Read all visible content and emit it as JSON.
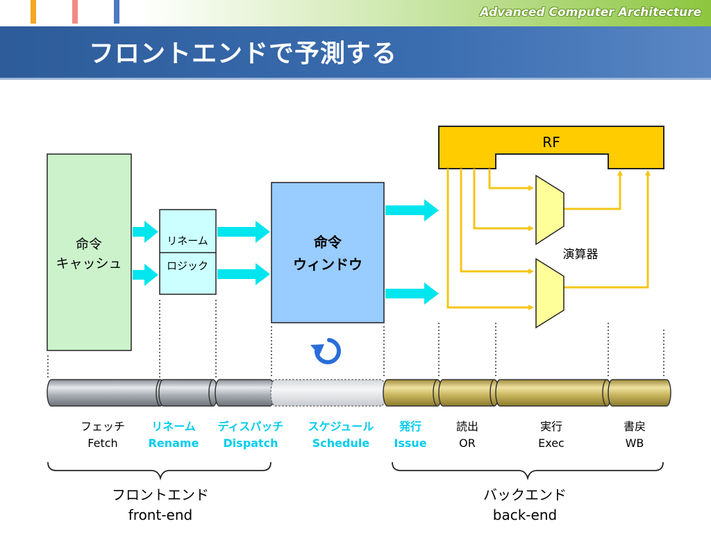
{
  "header": {
    "brand": "Advanced Computer Architecture",
    "title": "フロントエンドで予測する",
    "accent_colors": [
      "#f5a623",
      "#f28b82",
      "#4a78c2"
    ]
  },
  "diagram": {
    "icache": {
      "line1": "命令",
      "line2": "キャッシュ"
    },
    "rename": {
      "top": "リネーム",
      "bottom": "ロジック"
    },
    "window": {
      "line1": "命令",
      "line2": "ウィンドウ"
    },
    "rf": "RF",
    "alu_label": "演算器",
    "loop_icon": "rotate-arrow-icon"
  },
  "stages": [
    {
      "jp": "フェッチ",
      "en": "Fetch",
      "highlight": false
    },
    {
      "jp": "リネーム",
      "en": "Rename",
      "highlight": true
    },
    {
      "jp": "ディスパッチ",
      "en": "Dispatch",
      "highlight": true
    },
    {
      "jp": "スケジュール",
      "en": "Schedule",
      "highlight": true
    },
    {
      "jp": "発行",
      "en": "Issue",
      "highlight": true
    },
    {
      "jp": "読出",
      "en": "OR",
      "highlight": false
    },
    {
      "jp": "実行",
      "en": "Exec",
      "highlight": false
    },
    {
      "jp": "書戻",
      "en": "WB",
      "highlight": false
    }
  ],
  "groups": {
    "front": {
      "jp": "フロントエンド",
      "en": "front-end"
    },
    "back": {
      "jp": "バックエンド",
      "en": "back-end"
    }
  },
  "colors": {
    "icache_fill": "#ccf2cc",
    "rename_fill": "#ccffff",
    "window_fill": "#99ccff",
    "rf_fill": "#ffcc00",
    "alu_fill": "#ffff99",
    "wire": "#f5c518",
    "arrow": "#00e5ee",
    "highlight_text": "#00ccee"
  }
}
